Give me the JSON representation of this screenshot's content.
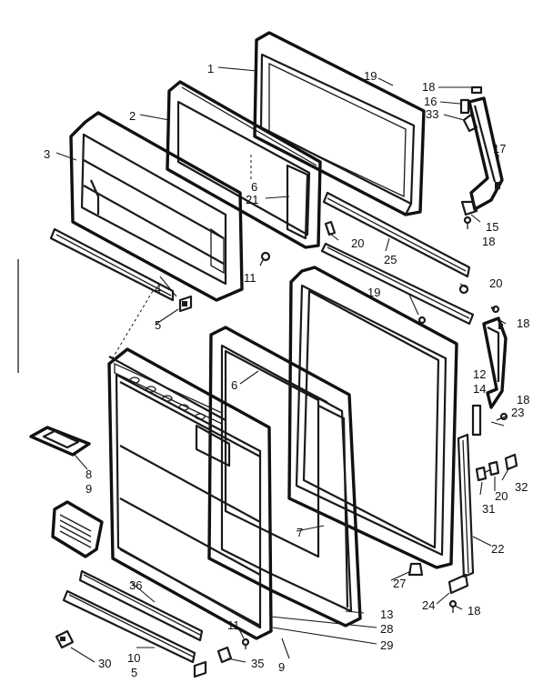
{
  "callouts": [
    {
      "id": "c1",
      "text": "1"
    },
    {
      "id": "c2",
      "text": "2"
    },
    {
      "id": "c3",
      "text": "3"
    },
    {
      "id": "c4",
      "text": "4"
    },
    {
      "id": "c5a",
      "text": "5"
    },
    {
      "id": "c6a",
      "text": "6"
    },
    {
      "id": "c21",
      "text": "21"
    },
    {
      "id": "c11a",
      "text": "11"
    },
    {
      "id": "c19a",
      "text": "19"
    },
    {
      "id": "c18a",
      "text": "18"
    },
    {
      "id": "c16",
      "text": "16"
    },
    {
      "id": "c33",
      "text": "33"
    },
    {
      "id": "c17",
      "text": "17"
    },
    {
      "id": "c15",
      "text": "15"
    },
    {
      "id": "c18b",
      "text": "18"
    },
    {
      "id": "c20a",
      "text": "20"
    },
    {
      "id": "c25",
      "text": "25"
    },
    {
      "id": "c20b",
      "text": "20"
    },
    {
      "id": "c19b",
      "text": "19"
    },
    {
      "id": "c18c",
      "text": "18"
    },
    {
      "id": "c12",
      "text": "12"
    },
    {
      "id": "c14",
      "text": "14"
    },
    {
      "id": "c18d",
      "text": "18"
    },
    {
      "id": "c23",
      "text": "23"
    },
    {
      "id": "c6b",
      "text": "6"
    },
    {
      "id": "c8",
      "text": "8"
    },
    {
      "id": "c9",
      "text": "9"
    },
    {
      "id": "c7",
      "text": "7"
    },
    {
      "id": "c32",
      "text": "32"
    },
    {
      "id": "c31",
      "text": "31"
    },
    {
      "id": "c20c",
      "text": "20"
    },
    {
      "id": "c22",
      "text": "22"
    },
    {
      "id": "c36",
      "text": "36"
    },
    {
      "id": "c27",
      "text": "27"
    },
    {
      "id": "c13",
      "text": "13"
    },
    {
      "id": "c28",
      "text": "28"
    },
    {
      "id": "c24",
      "text": "24"
    },
    {
      "id": "c18e",
      "text": "18"
    },
    {
      "id": "c11b",
      "text": "11"
    },
    {
      "id": "c29",
      "text": "29"
    },
    {
      "id": "c30",
      "text": "30"
    },
    {
      "id": "c35",
      "text": "35"
    },
    {
      "id": "c10",
      "text": "10"
    },
    {
      "id": "c5b",
      "text": "5"
    },
    {
      "id": "c9b",
      "text": "9"
    }
  ]
}
